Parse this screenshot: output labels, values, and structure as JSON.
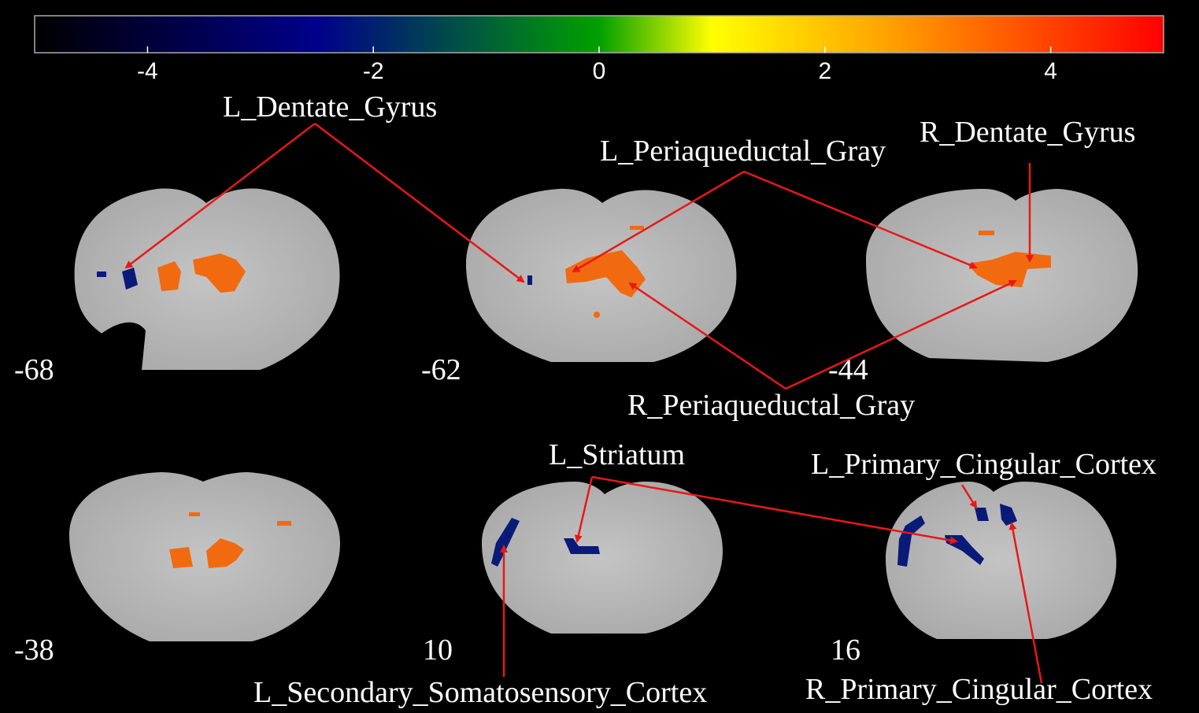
{
  "colorbar": {
    "ticks": [
      "-4",
      "-2",
      "0",
      "2",
      "4"
    ],
    "tick_values": [
      -4,
      -2,
      0,
      2,
      4
    ],
    "range": [
      -5,
      5
    ],
    "colors": [
      "#000000",
      "#00008b",
      "#00a000",
      "#ffff00",
      "#ff8c00",
      "#ff0000"
    ]
  },
  "slices": [
    {
      "coord": "-68"
    },
    {
      "coord": "-62"
    },
    {
      "coord": "-44"
    },
    {
      "coord": "-38"
    },
    {
      "coord": "10"
    },
    {
      "coord": "16"
    }
  ],
  "labels": {
    "l_dentate_gyrus": "L_Dentate_Gyrus",
    "l_periaqueductal_gray": "L_Periaqueductal_Gray",
    "r_dentate_gyrus": "R_Dentate_Gyrus",
    "r_periaqueductal_gray": "R_Periaqueductal_Gray",
    "l_striatum": "L_Striatum",
    "l_primary_cingular_cortex": "L_Primary_Cingular_Cortex",
    "l_secondary_somatosensory_cortex": "L_Secondary_Somatosensory_Cortex",
    "r_primary_cingular_cortex": "R_Primary_Cingular_Cortex"
  },
  "colors": {
    "arrow": "#e81818",
    "positive_blob": "#f26a10",
    "negative_blob": "#0a1a78",
    "brain": "#b8b8b8"
  }
}
